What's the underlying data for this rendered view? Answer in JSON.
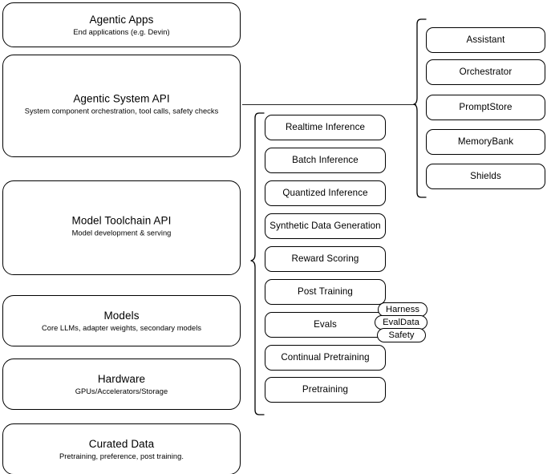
{
  "diagram": {
    "title": "AI stack layered architecture",
    "stroke_color": "#000000",
    "background_color": "#ffffff"
  },
  "left_stack": {
    "name": "platform-layers",
    "layers": [
      {
        "id": "agentic-apps",
        "title": "Agentic Apps",
        "subtitle": "End applications (e.g. Devin)"
      },
      {
        "id": "agentic-system-api",
        "title": "Agentic System API",
        "subtitle": "System component orchestration, tool calls, safety checks"
      },
      {
        "id": "model-toolchain-api",
        "title": "Model Toolchain API",
        "subtitle": "Model development & serving"
      },
      {
        "id": "models",
        "title": "Models",
        "subtitle": "Core LLMs, adapter weights, secondary models"
      },
      {
        "id": "hardware",
        "title": "Hardware",
        "subtitle": "GPUs/Accelerators/Storage"
      },
      {
        "id": "curated-data",
        "title": "Curated Data",
        "subtitle": "Pretraining, preference, post training."
      }
    ]
  },
  "middle_stack": {
    "name": "model-toolchain-capabilities",
    "connects_to": "Model Toolchain API",
    "items": [
      {
        "id": "realtime-inference",
        "label": "Realtime Inference"
      },
      {
        "id": "batch-inference",
        "label": "Batch Inference"
      },
      {
        "id": "quantized-inference",
        "label": "Quantized Inference"
      },
      {
        "id": "synthetic-data-generation",
        "label": "Synthetic Data Generation"
      },
      {
        "id": "reward-scoring",
        "label": "Reward Scoring"
      },
      {
        "id": "post-training",
        "label": "Post Training"
      },
      {
        "id": "evals",
        "label": "Evals"
      },
      {
        "id": "continual-pretraining",
        "label": "Continual Pretraining"
      },
      {
        "id": "pretraining",
        "label": "Pretraining"
      }
    ],
    "evals_pills": [
      {
        "id": "harness",
        "label": "Harness"
      },
      {
        "id": "evaldata",
        "label": "EvalData"
      },
      {
        "id": "safety",
        "label": "Safety"
      }
    ]
  },
  "right_stack": {
    "name": "agentic-system-components",
    "connects_to": "Agentic System API",
    "items": [
      {
        "id": "assistant",
        "label": "Assistant"
      },
      {
        "id": "orchestrator",
        "label": "Orchestrator"
      },
      {
        "id": "promptstore",
        "label": "PromptStore"
      },
      {
        "id": "memorybank",
        "label": "MemoryBank"
      },
      {
        "id": "shields",
        "label": "Shields"
      }
    ]
  }
}
